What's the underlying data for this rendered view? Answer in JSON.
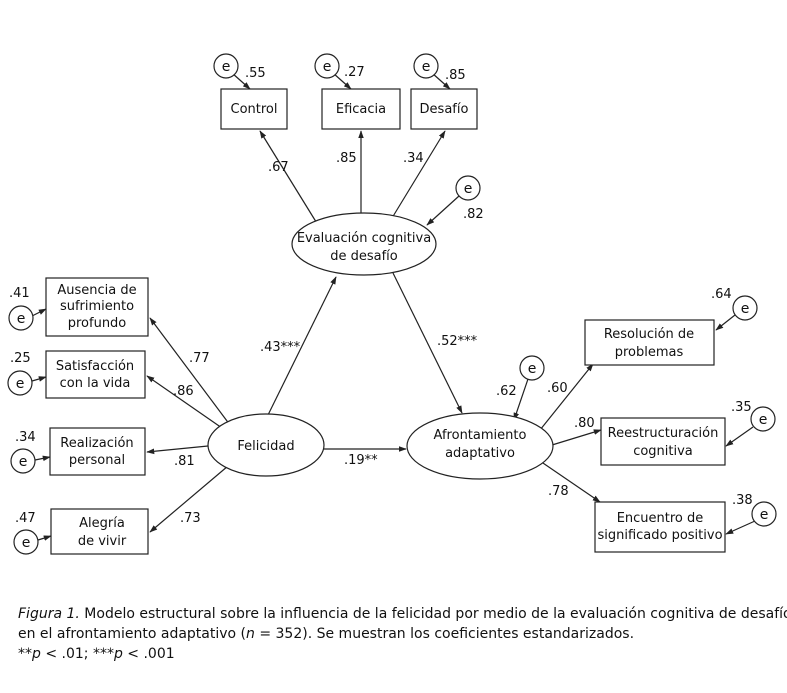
{
  "nodes": {
    "control": {
      "lines": [
        "Control"
      ],
      "error_value": ".55",
      "error_label": "e"
    },
    "eficacia": {
      "lines": [
        "Eficacia"
      ],
      "error_value": ".27",
      "error_label": "e"
    },
    "desafio": {
      "lines": [
        "Desafío"
      ],
      "error_value": ".85",
      "error_label": "e"
    },
    "evaluacion": {
      "lines": [
        "Evaluación cognitiva",
        "de desafío"
      ],
      "error_value": ".82",
      "error_label": "e"
    },
    "ausencia": {
      "lines": [
        "Ausencia de",
        "sufrimiento",
        "profundo"
      ],
      "error_value": ".41",
      "error_label": "e"
    },
    "satisfaccion": {
      "lines": [
        "Satisfacción",
        "con la vida"
      ],
      "error_value": ".25",
      "error_label": "e"
    },
    "realizacion": {
      "lines": [
        "Realización",
        "personal"
      ],
      "error_value": ".34",
      "error_label": "e"
    },
    "alegria": {
      "lines": [
        "Alegría",
        "de vivir"
      ],
      "error_value": ".47",
      "error_label": "e"
    },
    "felicidad": {
      "lines": [
        "Felicidad"
      ]
    },
    "afrontamiento": {
      "lines": [
        "Afrontamiento",
        "adaptativo"
      ],
      "error_value": ".62",
      "error_label": "e"
    },
    "resolucion": {
      "lines": [
        "Resolución de",
        "problemas"
      ],
      "error_value": ".64",
      "error_label": "e"
    },
    "reestructuracion": {
      "lines": [
        "Reestructuración",
        "cognitiva"
      ],
      "error_value": ".35",
      "error_label": "e"
    },
    "encuentro": {
      "lines": [
        "Encuentro de",
        "significado positivo"
      ],
      "error_value": ".38",
      "error_label": "e"
    }
  },
  "paths": {
    "evaluacion_control": ".67",
    "evaluacion_eficacia": ".85",
    "evaluacion_desafio": ".34",
    "felicidad_ausencia": ".77",
    "felicidad_satisfaccion": ".86",
    "felicidad_realizacion": ".81",
    "felicidad_alegria": ".73",
    "felicidad_evaluacion": ".43***",
    "evaluacion_afrontamiento": ".52***",
    "felicidad_afrontamiento": ".19**",
    "afrontamiento_resolucion": ".60",
    "afrontamiento_reestructuracion": ".80",
    "afrontamiento_encuentro": ".78"
  },
  "caption": {
    "figure_label": "Figura 1.",
    "line1_rest": " Modelo estructural sobre la influencia de la felicidad por medio de la evaluación cognitiva de desafío",
    "line2_a": "en el afrontamiento adaptativo (",
    "line2_n": "n",
    "line2_b": " = 352). Se muestran los coeficientes estandarizados.",
    "line3_a": "**",
    "line3_p1": "p",
    "line3_b": " < .01; ***",
    "line3_p2": "p",
    "line3_c": " < .001"
  }
}
